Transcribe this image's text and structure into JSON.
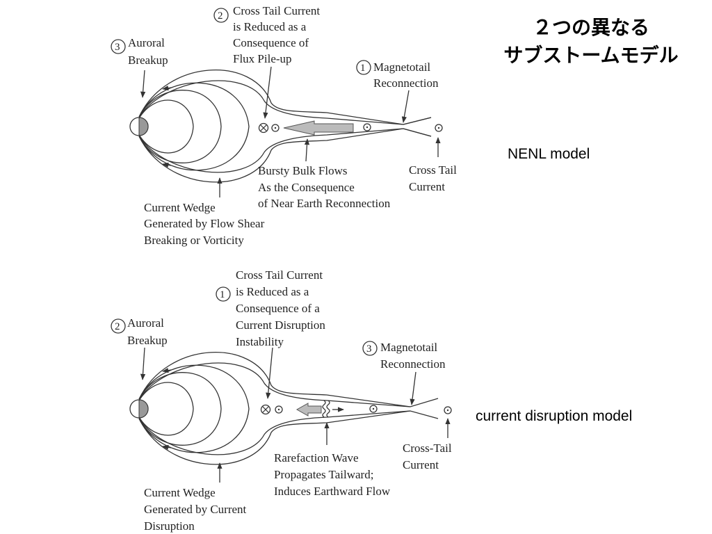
{
  "title": {
    "line1": "２つの異なる",
    "line2": "サブストームモデル"
  },
  "models": {
    "nenl": "NENL model",
    "cd": "current disruption model"
  },
  "diagram1": {
    "step2_num": "2",
    "cross_tail_reduced": [
      "Cross Tail Current",
      "is Reduced as a",
      "Consequence of",
      "Flux Pile-up"
    ],
    "step3_num": "3",
    "auroral_breakup": [
      "Auroral",
      "Breakup"
    ],
    "step1_num": "1",
    "magnetotail_reconnection": [
      "Magnetotail",
      "Reconnection"
    ],
    "bursty_bulk_flows": [
      "Bursty Bulk Flows",
      "As the Consequence",
      "of Near Earth Reconnection"
    ],
    "cross_tail_current": [
      "Cross Tail",
      "Current"
    ],
    "current_wedge": [
      "Current Wedge",
      "Generated by Flow Shear",
      "Breaking or Vorticity"
    ]
  },
  "diagram2": {
    "step1_num": "1",
    "cross_tail_reduced": [
      "Cross Tail Current",
      "is Reduced as a",
      "Consequence of a",
      "Current Disruption",
      "Instability"
    ],
    "step2_num": "2",
    "auroral_breakup": [
      "Auroral",
      "Breakup"
    ],
    "step3_num": "3",
    "magnetotail_reconnection": [
      "Magnetotail",
      "Reconnection"
    ],
    "rarefaction_wave": [
      "Rarefaction Wave",
      "Propagates Tailward;",
      "Induces Earthward Flow"
    ],
    "cross_tail_current": [
      "Cross-Tail",
      "Current"
    ],
    "current_wedge": [
      "Current Wedge",
      "Generated by Current",
      "Disruption"
    ]
  }
}
